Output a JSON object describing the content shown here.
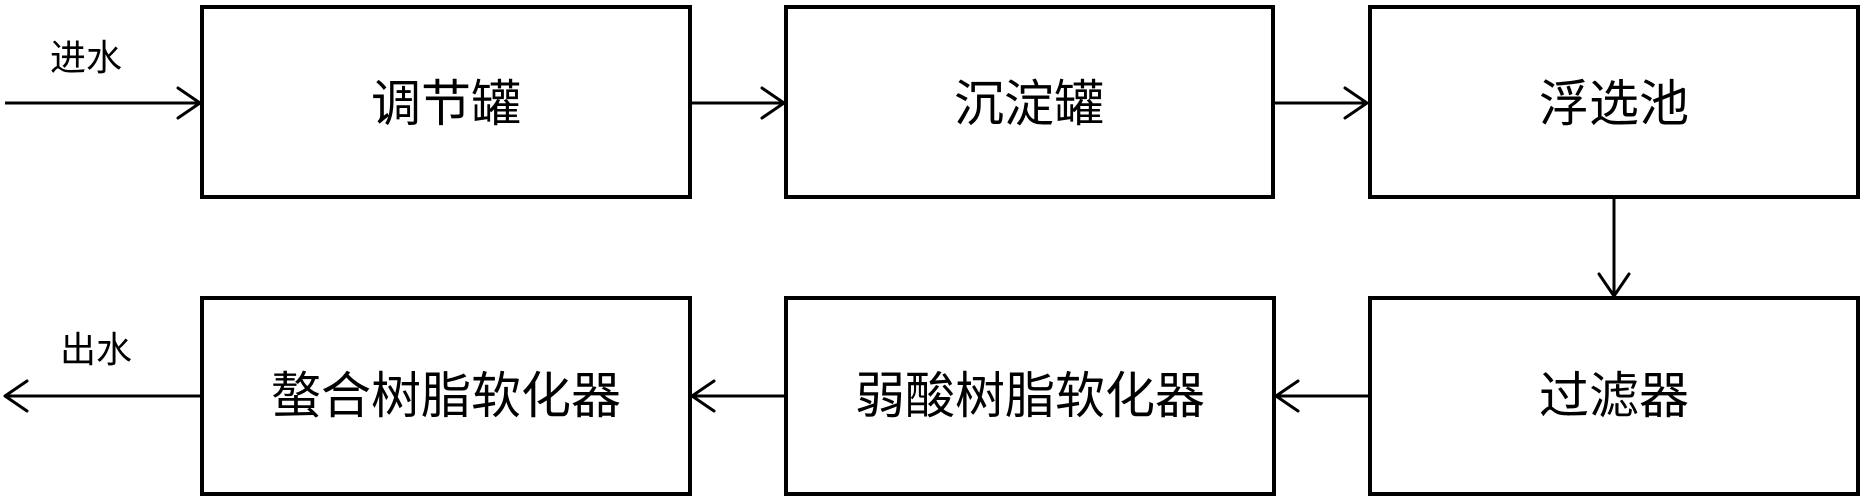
{
  "diagram": {
    "inlet_label": "进水",
    "outlet_label": "出水",
    "nodes": [
      {
        "label": "调节罐"
      },
      {
        "label": "沉淀罐"
      },
      {
        "label": "浮选池"
      },
      {
        "label": "过滤器"
      },
      {
        "label": "弱酸树脂软化器"
      },
      {
        "label": "螯合树脂软化器"
      }
    ]
  }
}
